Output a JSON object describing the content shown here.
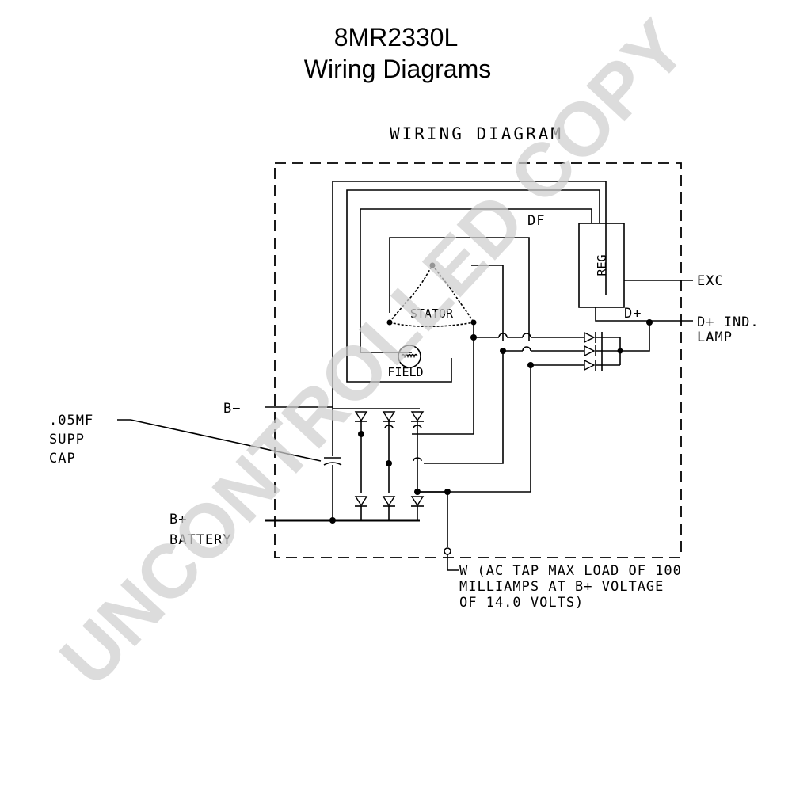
{
  "header": {
    "model": "8MR2330L",
    "title": "Wiring Diagrams"
  },
  "diagram": {
    "heading": "WIRING DIAGRAM",
    "labels": {
      "df": "DF",
      "reg": "REG",
      "exc": "EXC",
      "d_plus": "D+",
      "d_plus_lamp_1": "D+ IND.",
      "d_plus_lamp_2": "LAMP",
      "stator": "STATOR",
      "field": "FIELD",
      "b_minus": "B−",
      "cap_1": ".05MF",
      "cap_2": "SUPP",
      "cap_3": "CAP",
      "b_plus_1": "B+",
      "b_plus_2": "BATTERY",
      "w_1": "W (AC TAP MAX LOAD OF 100",
      "w_2": "MILLIAMPS AT B+ VOLTAGE",
      "w_3": "OF 14.0 VOLTS)"
    }
  },
  "watermark": "UNCONTROLLED COPY"
}
